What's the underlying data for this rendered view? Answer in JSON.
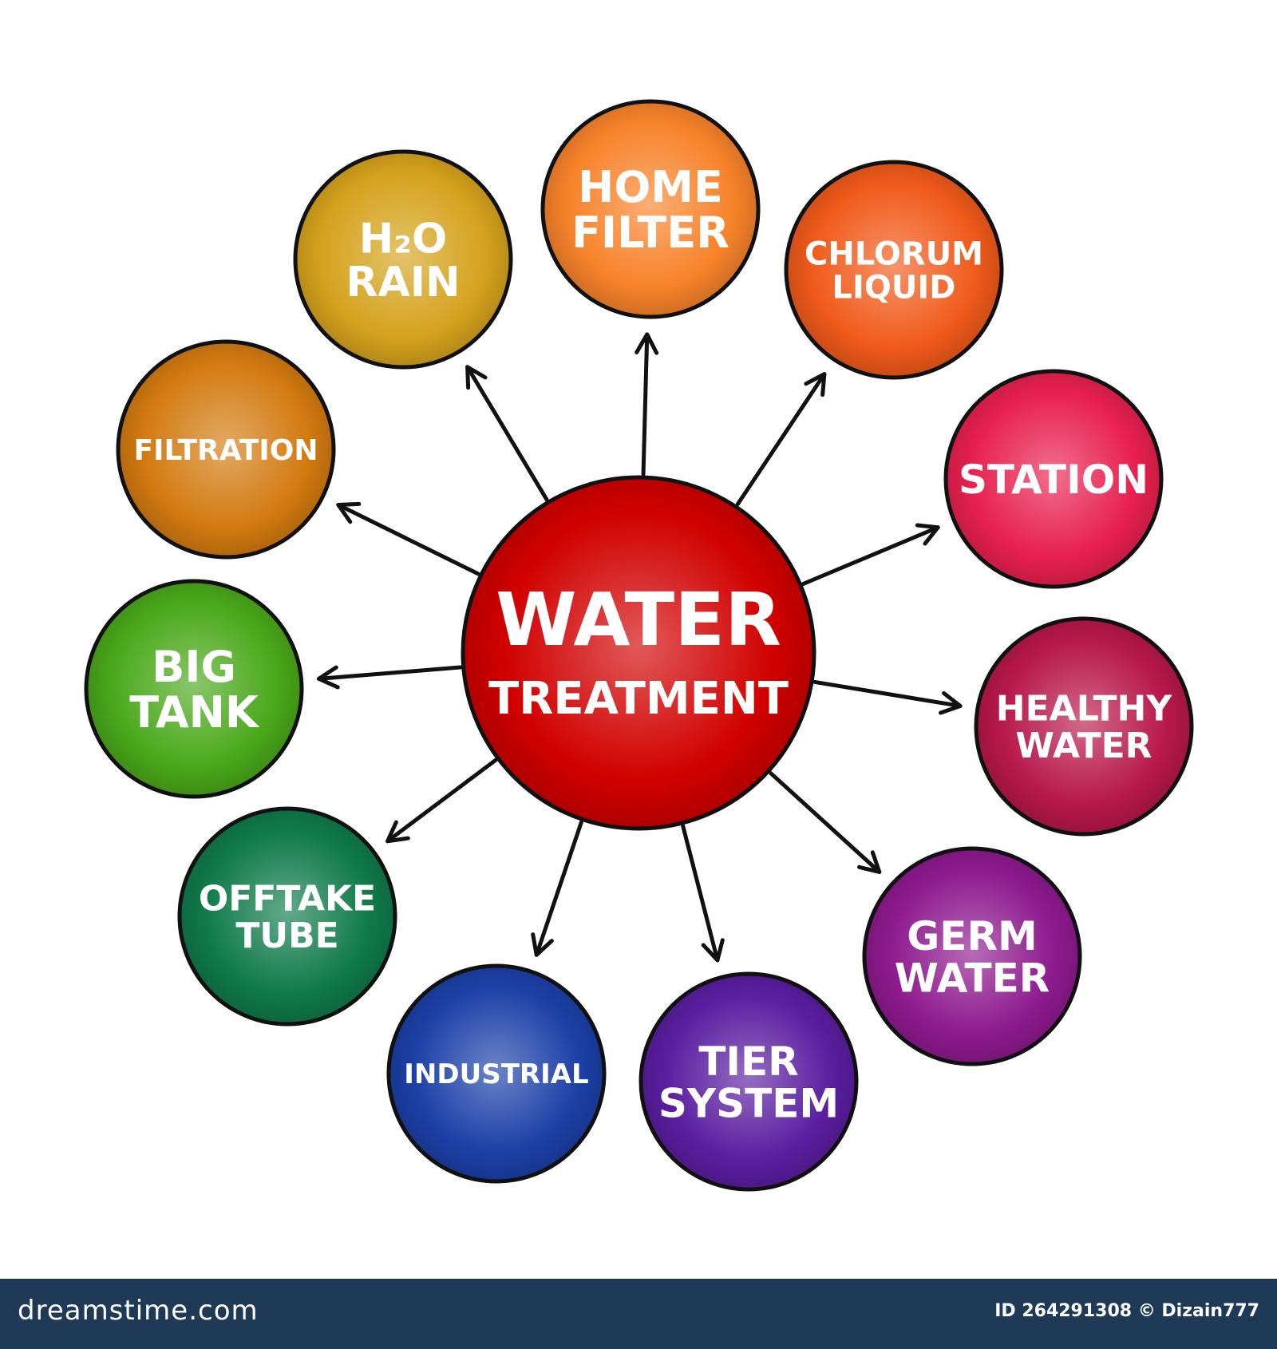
{
  "center": {
    "lines": [
      "WATER",
      "TREATMENT"
    ],
    "color": "#d10000"
  },
  "nodes": [
    {
      "id": "h2o-rain",
      "lines": [
        "H₂O",
        "RAIN"
      ],
      "color": "#d4a21c",
      "icon": "none"
    },
    {
      "id": "home-filter",
      "lines": [
        "HOME",
        "FILTER"
      ],
      "color": "#f7822a"
    },
    {
      "id": "chlorum-liquid",
      "lines": [
        "CHLORUM",
        "LIQUID"
      ],
      "color": "#f05a1a"
    },
    {
      "id": "station",
      "lines": [
        "STATION"
      ],
      "color": "#e8204f"
    },
    {
      "id": "healthy-water",
      "lines": [
        "HEALTHY",
        "WATER"
      ],
      "color": "#b8184a"
    },
    {
      "id": "germ-water",
      "lines": [
        "GERM",
        "WATER"
      ],
      "color": "#8e1a8e"
    },
    {
      "id": "tier-system",
      "lines": [
        "TIER",
        "SYSTEM"
      ],
      "color": "#5a1ea0"
    },
    {
      "id": "industrial",
      "lines": [
        "INDUSTRIAL"
      ],
      "color": "#1c40a8"
    },
    {
      "id": "offtake-tube",
      "lines": [
        "OFFTAKE",
        "TUBE"
      ],
      "color": "#0f7a4a"
    },
    {
      "id": "big-tank",
      "lines": [
        "BIG",
        "TANK"
      ],
      "color": "#4aa81a"
    },
    {
      "id": "filtration",
      "lines": [
        "FILTRATION"
      ],
      "color": "#d27a10"
    }
  ],
  "footer": {
    "brand": "dreamstime.com",
    "credit": "ID 264291308 © Dizain777"
  },
  "colors": {
    "outline": "#111111",
    "arrow": "#111111",
    "footer_bg": "#1f3a57",
    "text": "#ffffff"
  }
}
